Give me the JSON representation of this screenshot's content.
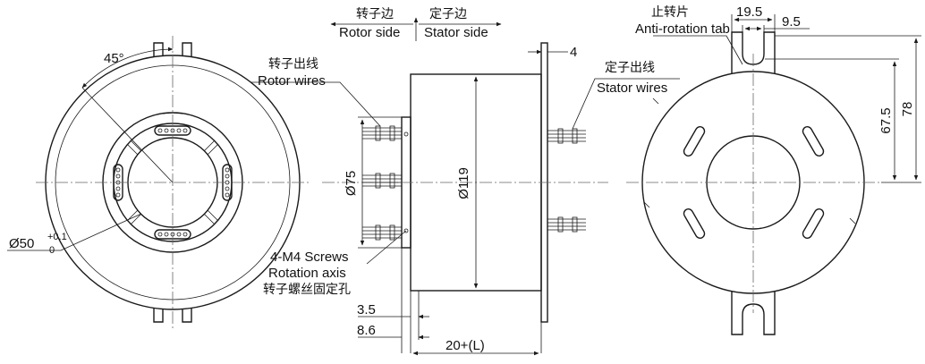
{
  "labels": {
    "rotor_side_cn": "转子边",
    "stator_side_cn": "定子边",
    "rotor_side": "Rotor side",
    "stator_side": "Stator side",
    "rotor_wires_cn": "转子出线",
    "rotor_wires": "Rotor wires",
    "stator_wires_cn": "定子出线",
    "stator_wires": "Stator wires",
    "anti_rotation_cn": "止转片",
    "anti_rotation": "Anti-rotation tab",
    "screws": "4-M4 Screws",
    "rotation_axis": "Rotation axis",
    "rotor_holes_cn": "转子螺丝固定孔"
  },
  "dimensions": {
    "angle": "45°",
    "bore": "Ø50",
    "bore_tol_upper": "+0.1",
    "bore_tol_lower": "0",
    "d75": "Ø75",
    "d119": "Ø119",
    "tab_thickness": "4",
    "flange_thk": "3.5",
    "rotor_offset": "8.6",
    "length": "20+(L)",
    "tab_width": "19.5",
    "slot_width": "9.5",
    "h67": "67.5",
    "h78": "78"
  }
}
